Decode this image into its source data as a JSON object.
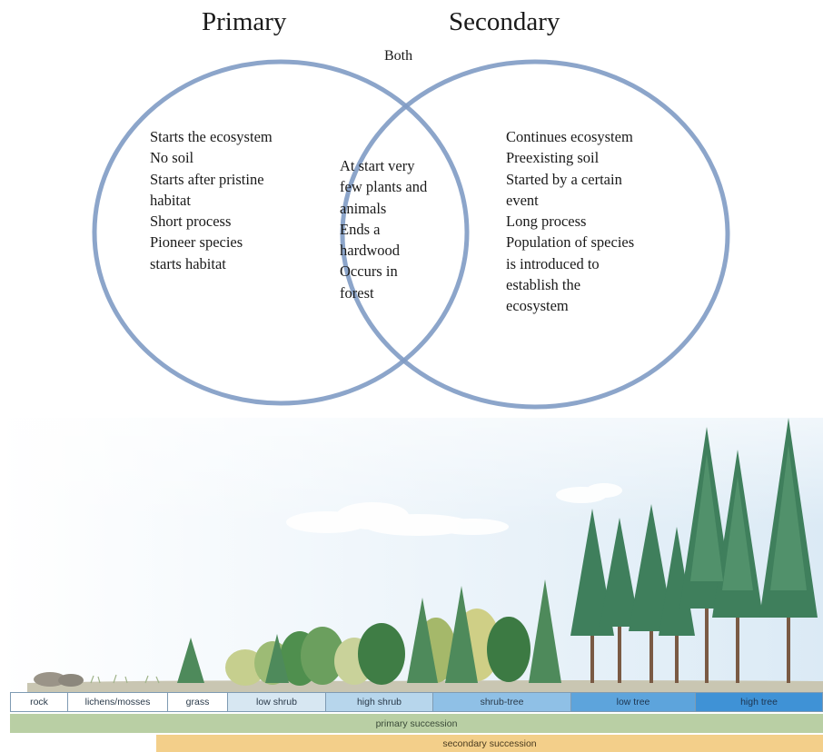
{
  "venn": {
    "primary_title": "Primary",
    "secondary_title": "Secondary",
    "both_label": "Both",
    "primary_items": [
      "Starts the ecosystem",
      "No soil",
      "Starts after pristine",
      "habitat",
      "Short process",
      "Pioneer species",
      "starts habitat"
    ],
    "overlap_items": [
      "At start very",
      "few plants and",
      "animals",
      "Ends a",
      "hardwood",
      "Occurs in",
      "forest"
    ],
    "secondary_items": [
      "Continues ecosystem",
      "Preexisting soil",
      "Started by a certain",
      "event",
      "Long process",
      "Population of species",
      "is introduced to",
      "establish the",
      "ecosystem"
    ],
    "circle_color": "#7f9bc4"
  },
  "succession": {
    "stages": [
      {
        "label": "rock",
        "color": "#ffffff"
      },
      {
        "label": "lichens/mosses",
        "color": "#ffffff"
      },
      {
        "label": "grass",
        "color": "#ffffff"
      },
      {
        "label": "low shrub",
        "color": "#d7e7f2"
      },
      {
        "label": "high shrub",
        "color": "#b7d6ec"
      },
      {
        "label": "shrub-tree",
        "color": "#8fc0e6"
      },
      {
        "label": "low tree",
        "color": "#5da4dc"
      },
      {
        "label": "high tree",
        "color": "#3f92d6"
      }
    ],
    "primary_label": "primary succession",
    "secondary_label": "secondary succession",
    "primary_color": "#b9cfa4",
    "secondary_color": "#f3cf8a"
  }
}
